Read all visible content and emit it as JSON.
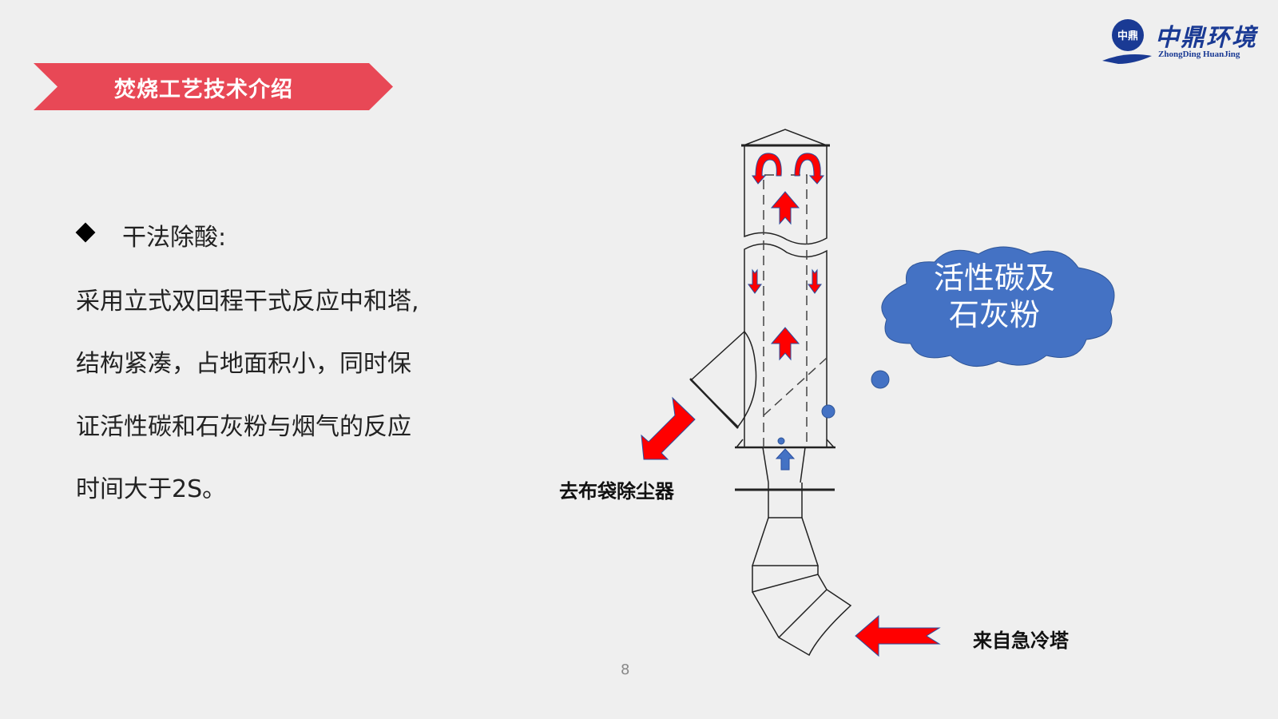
{
  "header": {
    "title": "焚烧工艺技术介绍"
  },
  "logo": {
    "cn": "中鼎环境",
    "en": "ZhongDing HuanJing",
    "badge": "中鼎"
  },
  "content": {
    "subhead": "干法除酸:",
    "paragraph_lines": [
      "采用立式双回程干式反应中和塔,",
      "结构紧凑，占地面积小，同时保",
      "证活性碳和石灰粉与烟气的反应",
      "时间大于2S。"
    ]
  },
  "diagram": {
    "cloud_lines": [
      "活性碳及",
      "石灰粉"
    ],
    "outlet_label": "去布袋除尘器",
    "inlet_label": "来自急冷塔"
  },
  "colors": {
    "banner": "#E84856",
    "cloud": "#4472C4",
    "arrow": "#FF0000",
    "logo": "#1a3a94"
  },
  "footer": {
    "page_number": "8"
  }
}
